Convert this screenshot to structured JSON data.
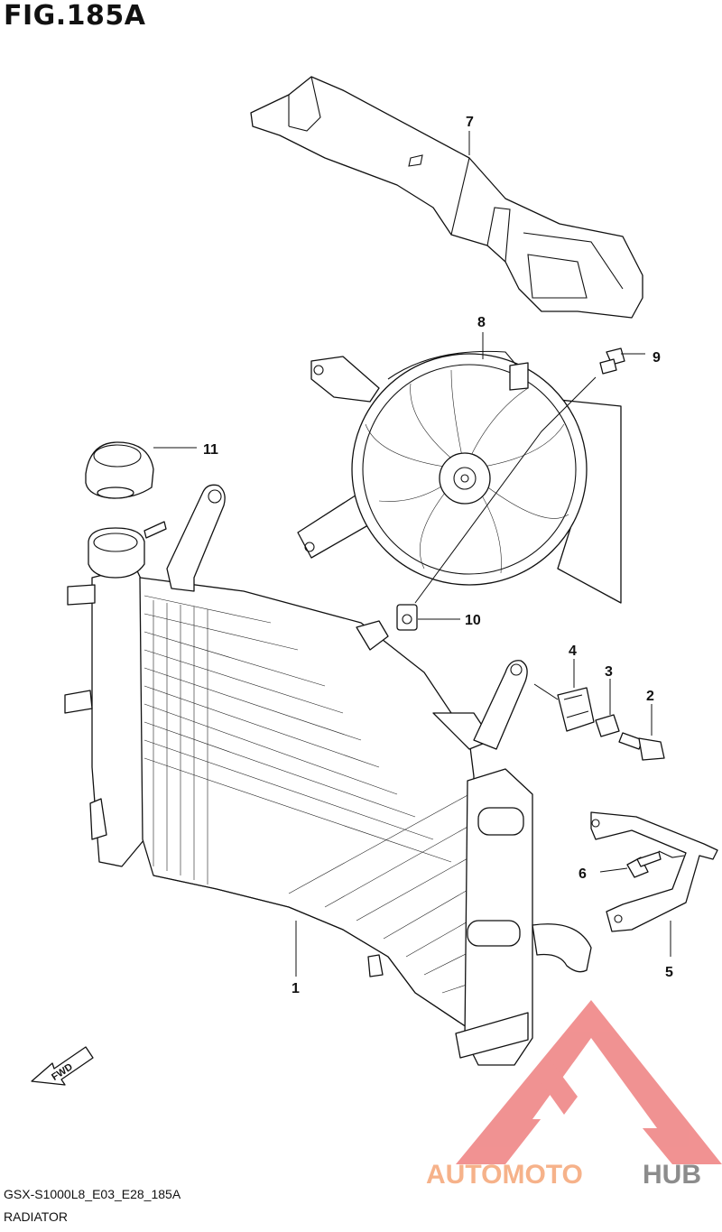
{
  "figure": {
    "title": "FIG.185A"
  },
  "footer": {
    "code": "GSX-S1000L8_E03_E28_185A",
    "section": "RADIATOR"
  },
  "direction": {
    "label": "FWD"
  },
  "watermark": {
    "text_a": "AUTOMOTO",
    "text_b": "HUB",
    "color_a": "#f6b28a",
    "color_b": "#8c8c8c",
    "logo_color": "#ec6e6e"
  },
  "callouts": {
    "c1": "1",
    "c2": "2",
    "c3": "3",
    "c4": "4",
    "c5": "5",
    "c6": "6",
    "c7": "7",
    "c8": "8",
    "c9": "9",
    "c10": "10",
    "c11": "11"
  }
}
